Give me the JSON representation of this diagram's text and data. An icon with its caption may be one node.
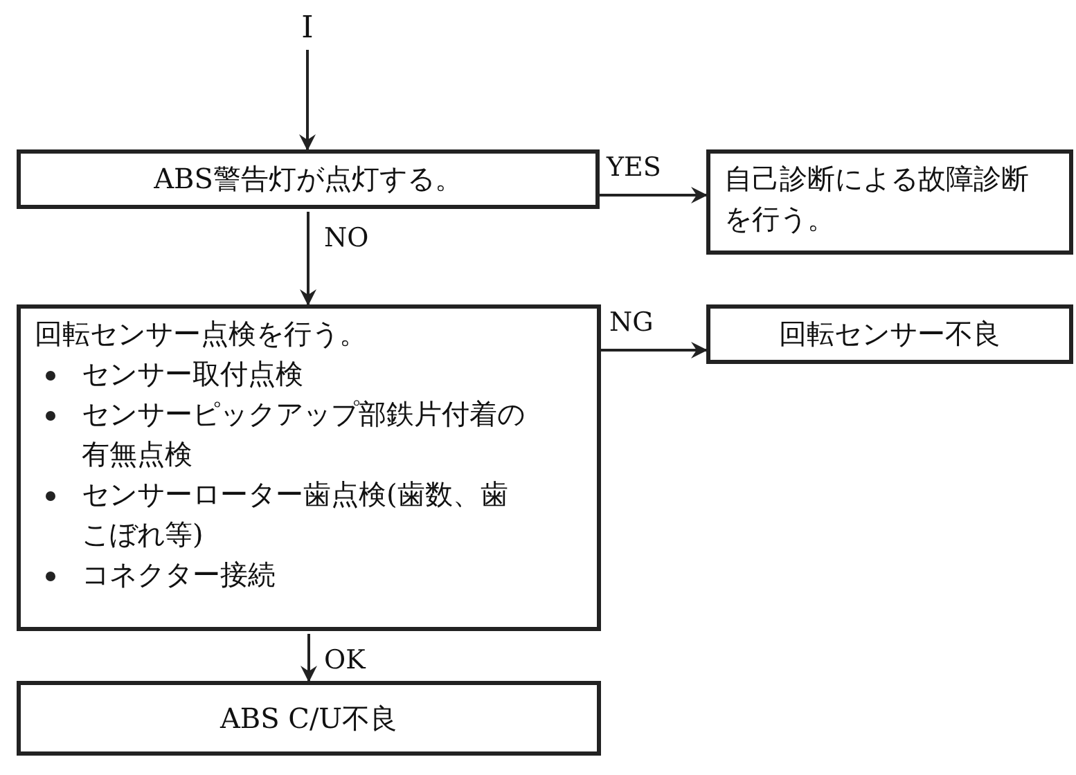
{
  "diagram": {
    "nodes": [
      {
        "text": [
          "I"
        ]
      },
      {
        "text": [
          "ABS警告灯が点灯する。"
        ]
      },
      {
        "text": [
          "自己診断による故障診断を行う。"
        ]
      },
      {
        "text": [
          "回転センサー点検を行う。",
          "センサー取付点検",
          "センサーピックアップ部鉄片付着の有無点検",
          "センサーローター歯点検(歯数、歯こぼれ等)",
          "コネクター接続"
        ]
      },
      {
        "text": [
          "回転センサー不良"
        ]
      },
      {
        "text": [
          "ABS C/U不良"
        ]
      }
    ],
    "edges": [
      {
        "from": 0,
        "to": 1,
        "arrow": "to"
      },
      {
        "from": 1,
        "to": 2,
        "arrow": "to",
        "label": "YES"
      },
      {
        "from": 1,
        "to": 3,
        "arrow": "to",
        "label": "NO"
      },
      {
        "from": 3,
        "to": 4,
        "arrow": "to",
        "label": "NG"
      },
      {
        "from": 3,
        "to": 5,
        "arrow": "to",
        "label": "OK"
      }
    ]
  }
}
